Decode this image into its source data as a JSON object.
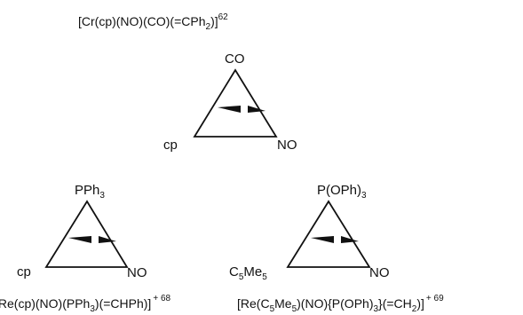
{
  "complexes": [
    {
      "caption_prefix": "[Cr(cp)(NO)(CO)(=CPh",
      "caption_sub": "2",
      "caption_suffix": ")]",
      "caption_ref": "62",
      "top_ligand": "CO",
      "left_ligand": "cp",
      "right_ligand": "NO"
    },
    {
      "caption_prefix": "[Re(cp)(NO)(PPh",
      "caption_sub": "3",
      "caption_suffix": ")(=CHPh)]",
      "caption_ref": "+ 68",
      "top_ligand_main": "PPh",
      "top_ligand_sub": "3",
      "left_ligand": "cp",
      "right_ligand": "NO"
    },
    {
      "caption_part1": "[Re(C",
      "caption_sub1": "5",
      "caption_part2": "Me",
      "caption_sub2": "5",
      "caption_part3": ")(NO){P(OPh)",
      "caption_sub3": "3",
      "caption_part4": "}(=CH",
      "caption_sub4": "2",
      "caption_part5": ")]",
      "caption_ref": "+ 69",
      "top_ligand_main": "P(OPh)",
      "top_ligand_sub": "3",
      "left_ligand_c": "C",
      "left_ligand_sub1": "5",
      "left_ligand_me": "Me",
      "left_ligand_sub2": "5",
      "right_ligand": "NO"
    }
  ]
}
